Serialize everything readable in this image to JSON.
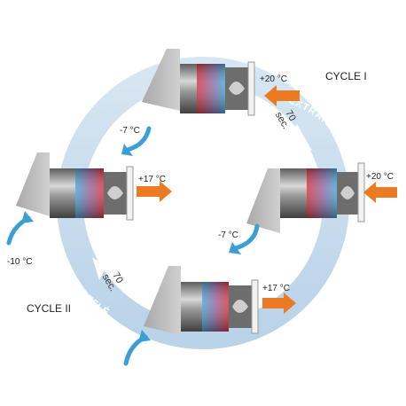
{
  "cycle_1_label": "CYCLE I",
  "cycle_2_label": "CYCLE II",
  "arc_top_label": "AIR EXTRAIT",
  "arc_bottom_label": "AIR INSULFFLÉ",
  "duration_top": {
    "value": "70",
    "unit": "sec."
  },
  "duration_bottom": {
    "value": "70",
    "unit": "sec."
  },
  "temperatures": {
    "top_unit_out": "+20 °C",
    "top_unit_in": "-7 °C",
    "left_unit_out": "+17 °C",
    "left_unit_in": "-10 °C",
    "right_unit_out": "+20 °C",
    "right_unit_in": "-7 °C",
    "bottom_unit_out": "+17 °C"
  },
  "colors": {
    "ring": "#c7dcec",
    "ring_dark": "#a9c6de",
    "warm_arrow": "#ea7b22",
    "cold_arrow": "#3b9fd6",
    "housing": "#b9b9b9",
    "exchanger_red": "#d63a45",
    "exchanger_blue": "#4aa8d8"
  }
}
